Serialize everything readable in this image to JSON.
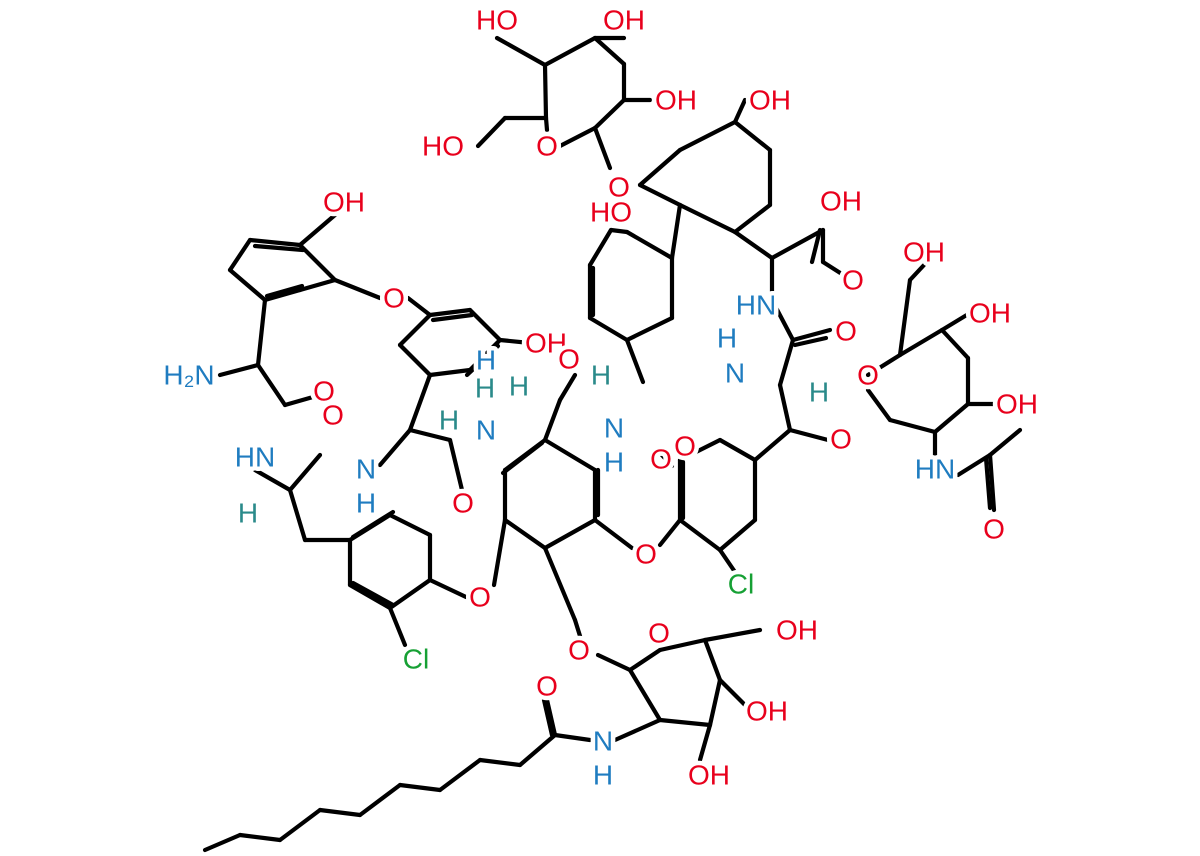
{
  "colors": {
    "bond": "#000000",
    "oxygen": "#e8001c",
    "nitrogen": "#1f7cc0",
    "chlorine": "#16a034",
    "stereo_hydrogen": "#2a8a8a"
  },
  "labels": [
    {
      "id": "oh-sugar-top-1",
      "text": "HO",
      "el": "oxygen"
    },
    {
      "id": "oh-sugar-top-2",
      "text": "OH",
      "el": "oxygen"
    },
    {
      "id": "oh-sugar-top-3",
      "text": "OH",
      "el": "oxygen"
    },
    {
      "id": "oh-sugar-top-ch2",
      "text": "HO",
      "el": "oxygen"
    },
    {
      "id": "o-ring-sugar-top",
      "text": "O",
      "el": "oxygen"
    },
    {
      "id": "o-glycoside-top",
      "text": "O",
      "el": "oxygen"
    },
    {
      "id": "oh-ring-top-right",
      "text": "OH",
      "el": "oxygen"
    },
    {
      "id": "oh-biaryl",
      "text": "HO",
      "el": "oxygen"
    },
    {
      "id": "oh-cooh",
      "text": "OH",
      "el": "oxygen"
    },
    {
      "id": "o-cooh",
      "text": "O",
      "el": "oxygen"
    },
    {
      "id": "nh-right-top",
      "text": "HN",
      "el": "nitrogen"
    },
    {
      "id": "o-amide-right",
      "text": "O",
      "el": "oxygen"
    },
    {
      "id": "oh-sugar-right-ch2",
      "text": "OH",
      "el": "oxygen"
    },
    {
      "id": "o-ring-sugar-right",
      "text": "O",
      "el": "oxygen"
    },
    {
      "id": "oh-sugar-right-1",
      "text": "OH",
      "el": "oxygen"
    },
    {
      "id": "oh-sugar-right-2",
      "text": "OH",
      "el": "oxygen"
    },
    {
      "id": "o-glycoside-right",
      "text": "O",
      "el": "oxygen"
    },
    {
      "id": "nh-acetyl",
      "text": "HN",
      "el": "nitrogen"
    },
    {
      "id": "o-acetyl",
      "text": "O",
      "el": "oxygen"
    },
    {
      "id": "cl-right",
      "text": "Cl",
      "el": "chlorine"
    },
    {
      "id": "o-ether-right",
      "text": "O",
      "el": "oxygen"
    },
    {
      "id": "oh-sugar-bottom-ch2",
      "text": "OH",
      "el": "oxygen"
    },
    {
      "id": "o-ring-sugar-bottom",
      "text": "O",
      "el": "oxygen"
    },
    {
      "id": "o-glycoside-bottom",
      "text": "O",
      "el": "oxygen"
    },
    {
      "id": "oh-sugar-bottom-1",
      "text": "OH",
      "el": "oxygen"
    },
    {
      "id": "oh-sugar-bottom-2",
      "text": "OH",
      "el": "oxygen"
    },
    {
      "id": "n-amide-bottom",
      "text": "N",
      "el": "nitrogen"
    },
    {
      "id": "h-amide-bottom",
      "text": "H",
      "el": "nitrogen"
    },
    {
      "id": "o-decanoyl",
      "text": "O",
      "el": "oxygen"
    },
    {
      "id": "o-ether-left",
      "text": "O",
      "el": "oxygen"
    },
    {
      "id": "cl-left",
      "text": "Cl",
      "el": "chlorine"
    },
    {
      "id": "oh-left-top",
      "text": "OH",
      "el": "oxygen"
    },
    {
      "id": "o-ether-top-left",
      "text": "O",
      "el": "oxygen"
    },
    {
      "id": "oh-center-ring",
      "text": "OH",
      "el": "oxygen"
    },
    {
      "id": "nh2-left",
      "text": "H₂N",
      "el": "nitrogen"
    },
    {
      "id": "o-amide-left-1",
      "text": "O",
      "el": "oxygen"
    },
    {
      "id": "o-amide-left-2",
      "text": "O",
      "el": "oxygen"
    },
    {
      "id": "hn-left",
      "text": "HN",
      "el": "nitrogen"
    },
    {
      "id": "h-stereo-left",
      "text": "H",
      "el": "stereo_hydrogen"
    },
    {
      "id": "n-center-left",
      "text": "N",
      "el": "nitrogen"
    },
    {
      "id": "h-center-left",
      "text": "H",
      "el": "nitrogen"
    },
    {
      "id": "h-stereo-center-1",
      "text": "H",
      "el": "stereo_hydrogen"
    },
    {
      "id": "o-amide-center-1",
      "text": "O",
      "el": "oxygen"
    },
    {
      "id": "h-stereo-center-2",
      "text": "H",
      "el": "stereo_hydrogen"
    },
    {
      "id": "h-n-center",
      "text": "H",
      "el": "nitrogen"
    },
    {
      "id": "n-center",
      "text": "N",
      "el": "nitrogen"
    },
    {
      "id": "o-amide-center-2",
      "text": "O",
      "el": "oxygen"
    },
    {
      "id": "h-stereo-center-3",
      "text": "H",
      "el": "stereo_hydrogen"
    },
    {
      "id": "n-center-2",
      "text": "N",
      "el": "nitrogen"
    },
    {
      "id": "h-n-center-2",
      "text": "H",
      "el": "nitrogen"
    },
    {
      "id": "o-amide-center-3",
      "text": "O",
      "el": "oxygen"
    },
    {
      "id": "h-stereo-center-4",
      "text": "H",
      "el": "stereo_hydrogen"
    },
    {
      "id": "n-center-3",
      "text": "N",
      "el": "nitrogen"
    },
    {
      "id": "h-n-center-3",
      "text": "H",
      "el": "nitrogen"
    },
    {
      "id": "h-stereo-right",
      "text": "H",
      "el": "stereo_hydrogen"
    },
    {
      "id": "o-amide-center-4",
      "text": "O",
      "el": "oxygen"
    }
  ]
}
